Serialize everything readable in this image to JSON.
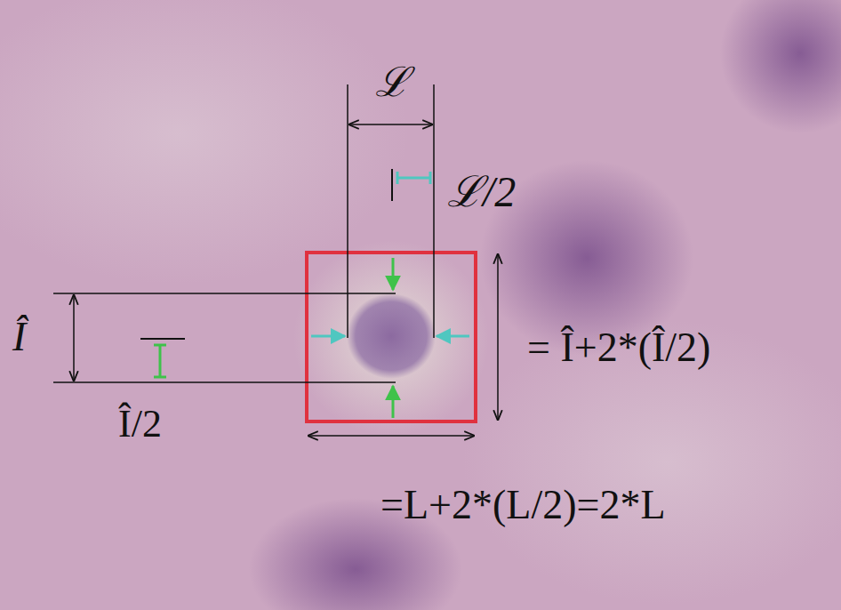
{
  "diagram": {
    "labels": [
      "ℒ",
      "ℒ/2",
      "Î",
      "Î/2",
      "= Î+2*(Î/2)",
      "=L+2*(L/2)=2*L"
    ]
  }
}
